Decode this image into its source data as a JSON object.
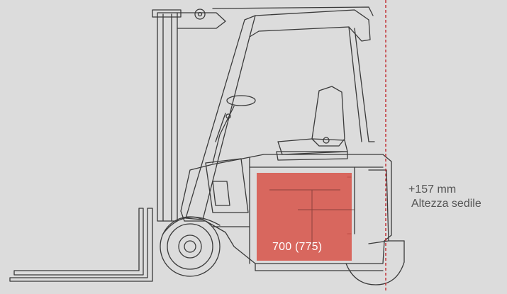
{
  "diagram": {
    "battery_label": "700 (775)",
    "annotation_line1": "+157 mm",
    "annotation_line2": "Altezza sedile",
    "colors": {
      "background": "#dcdcdc",
      "line": "#3a3a3a",
      "battery_fill": "#d7574c",
      "dashed_line": "#c0282d",
      "annotation_text": "#555555"
    }
  }
}
